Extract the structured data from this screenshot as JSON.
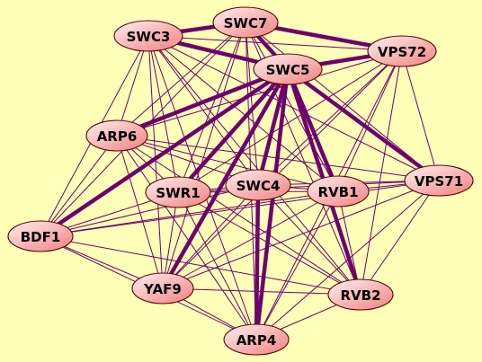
{
  "colors": {
    "background": "#ffffb8",
    "edge": "#6e006e",
    "node_fill_light": "#fff0f0",
    "node_fill_dark": "#f08080",
    "node_stroke": "#5a0000",
    "label": "#000000"
  },
  "nodes": [
    {
      "id": "SWC3",
      "label": "SWC3"
    },
    {
      "id": "SWC7",
      "label": "SWC7"
    },
    {
      "id": "VPS72",
      "label": "VPS72"
    },
    {
      "id": "SWC5",
      "label": "SWC5"
    },
    {
      "id": "ARP6",
      "label": "ARP6"
    },
    {
      "id": "VPS71",
      "label": "VPS71"
    },
    {
      "id": "SWR1",
      "label": "SWR1"
    },
    {
      "id": "SWC4",
      "label": "SWC4"
    },
    {
      "id": "RVB1",
      "label": "RVB1"
    },
    {
      "id": "BDF1",
      "label": "BDF1"
    },
    {
      "id": "YAF9",
      "label": "YAF9"
    },
    {
      "id": "RVB2",
      "label": "RVB2"
    },
    {
      "id": "ARP4",
      "label": "ARP4"
    }
  ],
  "edges": [
    {
      "source": "SWC5",
      "target": "SWC3",
      "weight": "strong"
    },
    {
      "source": "SWC5",
      "target": "SWC7",
      "weight": "strong"
    },
    {
      "source": "SWC5",
      "target": "VPS72",
      "weight": "strong"
    },
    {
      "source": "SWC5",
      "target": "ARP6",
      "weight": "strong"
    },
    {
      "source": "SWC5",
      "target": "BDF1",
      "weight": "strong"
    },
    {
      "source": "SWC5",
      "target": "SWR1",
      "weight": "strong"
    },
    {
      "source": "SWC5",
      "target": "SWC4",
      "weight": "strong"
    },
    {
      "source": "SWC5",
      "target": "RVB1",
      "weight": "strong"
    },
    {
      "source": "SWC5",
      "target": "RVB2",
      "weight": "strong"
    },
    {
      "source": "SWC5",
      "target": "VPS71",
      "weight": "strong"
    },
    {
      "source": "SWC5",
      "target": "YAF9",
      "weight": "strong"
    },
    {
      "source": "SWC5",
      "target": "ARP4",
      "weight": "strong"
    },
    {
      "source": "SWC3",
      "target": "SWC7",
      "weight": "strong"
    },
    {
      "source": "SWC3",
      "target": "VPS72",
      "weight": "normal"
    },
    {
      "source": "SWC3",
      "target": "ARP6",
      "weight": "normal"
    },
    {
      "source": "SWC3",
      "target": "BDF1",
      "weight": "normal"
    },
    {
      "source": "SWC3",
      "target": "SWR1",
      "weight": "normal"
    },
    {
      "source": "SWC3",
      "target": "SWC4",
      "weight": "normal"
    },
    {
      "source": "SWC3",
      "target": "RVB1",
      "weight": "normal"
    },
    {
      "source": "SWC3",
      "target": "YAF9",
      "weight": "normal"
    },
    {
      "source": "SWC3",
      "target": "RVB2",
      "weight": "normal"
    },
    {
      "source": "SWC3",
      "target": "VPS71",
      "weight": "normal"
    },
    {
      "source": "SWC3",
      "target": "ARP4",
      "weight": "normal"
    },
    {
      "source": "SWC7",
      "target": "VPS72",
      "weight": "strong"
    },
    {
      "source": "SWC7",
      "target": "ARP6",
      "weight": "normal"
    },
    {
      "source": "SWC7",
      "target": "BDF1",
      "weight": "normal"
    },
    {
      "source": "SWC7",
      "target": "SWR1",
      "weight": "normal"
    },
    {
      "source": "SWC7",
      "target": "SWC4",
      "weight": "normal"
    },
    {
      "source": "SWC7",
      "target": "RVB1",
      "weight": "normal"
    },
    {
      "source": "SWC7",
      "target": "VPS71",
      "weight": "normal"
    },
    {
      "source": "SWC7",
      "target": "YAF9",
      "weight": "normal"
    },
    {
      "source": "SWC7",
      "target": "RVB2",
      "weight": "normal"
    },
    {
      "source": "SWC7",
      "target": "ARP4",
      "weight": "normal"
    },
    {
      "source": "VPS72",
      "target": "VPS71",
      "weight": "normal"
    },
    {
      "source": "VPS72",
      "target": "SWC4",
      "weight": "normal"
    },
    {
      "source": "VPS72",
      "target": "SWR1",
      "weight": "normal"
    },
    {
      "source": "VPS72",
      "target": "RVB1",
      "weight": "normal"
    },
    {
      "source": "VPS72",
      "target": "RVB2",
      "weight": "normal"
    },
    {
      "source": "VPS72",
      "target": "ARP6",
      "weight": "normal"
    },
    {
      "source": "VPS72",
      "target": "YAF9",
      "weight": "normal"
    },
    {
      "source": "VPS72",
      "target": "ARP4",
      "weight": "normal"
    },
    {
      "source": "ARP6",
      "target": "BDF1",
      "weight": "normal"
    },
    {
      "source": "ARP6",
      "target": "SWR1",
      "weight": "normal"
    },
    {
      "source": "ARP6",
      "target": "SWC4",
      "weight": "normal"
    },
    {
      "source": "ARP6",
      "target": "RVB1",
      "weight": "normal"
    },
    {
      "source": "ARP6",
      "target": "VPS71",
      "weight": "normal"
    },
    {
      "source": "ARP6",
      "target": "YAF9",
      "weight": "normal"
    },
    {
      "source": "ARP6",
      "target": "RVB2",
      "weight": "normal"
    },
    {
      "source": "ARP6",
      "target": "ARP4",
      "weight": "normal"
    },
    {
      "source": "BDF1",
      "target": "SWR1",
      "weight": "normal"
    },
    {
      "source": "BDF1",
      "target": "SWC4",
      "weight": "normal"
    },
    {
      "source": "BDF1",
      "target": "RVB1",
      "weight": "normal"
    },
    {
      "source": "BDF1",
      "target": "YAF9",
      "weight": "normal"
    },
    {
      "source": "BDF1",
      "target": "ARP4",
      "weight": "normal"
    },
    {
      "source": "BDF1",
      "target": "RVB2",
      "weight": "normal"
    },
    {
      "source": "BDF1",
      "target": "VPS71",
      "weight": "normal"
    },
    {
      "source": "SWR1",
      "target": "SWC4",
      "weight": "normal"
    },
    {
      "source": "SWR1",
      "target": "RVB1",
      "weight": "normal"
    },
    {
      "source": "SWR1",
      "target": "VPS71",
      "weight": "normal"
    },
    {
      "source": "SWR1",
      "target": "YAF9",
      "weight": "normal"
    },
    {
      "source": "SWR1",
      "target": "RVB2",
      "weight": "normal"
    },
    {
      "source": "SWR1",
      "target": "ARP4",
      "weight": "normal"
    },
    {
      "source": "SWC4",
      "target": "RVB1",
      "weight": "normal"
    },
    {
      "source": "SWC4",
      "target": "VPS71",
      "weight": "normal"
    },
    {
      "source": "SWC4",
      "target": "YAF9",
      "weight": "normal"
    },
    {
      "source": "SWC4",
      "target": "RVB2",
      "weight": "normal"
    },
    {
      "source": "SWC4",
      "target": "ARP4",
      "weight": "strong"
    },
    {
      "source": "RVB1",
      "target": "VPS71",
      "weight": "normal"
    },
    {
      "source": "RVB1",
      "target": "RVB2",
      "weight": "normal"
    },
    {
      "source": "RVB1",
      "target": "YAF9",
      "weight": "normal"
    },
    {
      "source": "RVB1",
      "target": "ARP4",
      "weight": "normal"
    },
    {
      "source": "VPS71",
      "target": "RVB2",
      "weight": "normal"
    },
    {
      "source": "VPS71",
      "target": "YAF9",
      "weight": "normal"
    },
    {
      "source": "VPS71",
      "target": "ARP4",
      "weight": "normal"
    },
    {
      "source": "YAF9",
      "target": "RVB2",
      "weight": "normal"
    },
    {
      "source": "YAF9",
      "target": "ARP4",
      "weight": "normal"
    },
    {
      "source": "RVB2",
      "target": "ARP4",
      "weight": "normal"
    }
  ]
}
